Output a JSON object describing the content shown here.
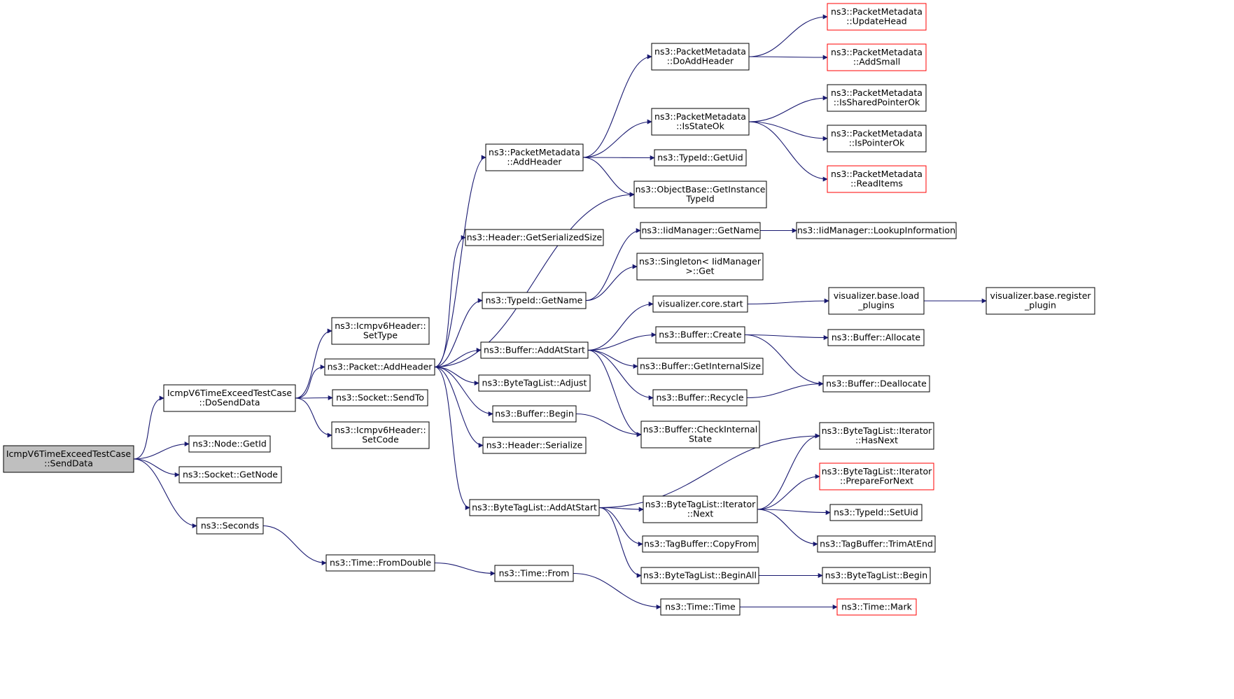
{
  "colors": {
    "edge": "#191970",
    "border_normal": "#000000",
    "border_truncated": "#ff0000",
    "fill_root": "#bfbfbf",
    "fill_normal": "#ffffff"
  },
  "nodes": [
    {
      "id": "n_senddata",
      "lines": [
        "IcmpV6TimeExceedTestCase",
        "::SendData"
      ],
      "style": "root"
    },
    {
      "id": "n_dosenddata",
      "lines": [
        "IcmpV6TimeExceedTestCase",
        "::DoSendData"
      ],
      "style": "normal"
    },
    {
      "id": "n_nodegetid",
      "lines": [
        "ns3::Node::GetId"
      ],
      "style": "normal"
    },
    {
      "id": "n_socketgetnode",
      "lines": [
        "ns3::Socket::GetNode"
      ],
      "style": "normal"
    },
    {
      "id": "n_seconds",
      "lines": [
        "ns3::Seconds"
      ],
      "style": "normal"
    },
    {
      "id": "n_settype",
      "lines": [
        "ns3::Icmpv6Header::",
        "SetType"
      ],
      "style": "normal"
    },
    {
      "id": "n_packetaddheader",
      "lines": [
        "ns3::Packet::AddHeader"
      ],
      "style": "normal"
    },
    {
      "id": "n_sendto",
      "lines": [
        "ns3::Socket::SendTo"
      ],
      "style": "normal"
    },
    {
      "id": "n_setcode",
      "lines": [
        "ns3::Icmpv6Header::",
        "SetCode"
      ],
      "style": "normal"
    },
    {
      "id": "n_fromdouble",
      "lines": [
        "ns3::Time::FromDouble"
      ],
      "style": "normal"
    },
    {
      "id": "n_timefrom",
      "lines": [
        "ns3::Time::From"
      ],
      "style": "normal"
    },
    {
      "id": "n_timetime",
      "lines": [
        "ns3::Time::Time"
      ],
      "style": "normal"
    },
    {
      "id": "n_timemark",
      "lines": [
        "ns3::Time::Mark"
      ],
      "style": "truncated"
    },
    {
      "id": "n_pmaddheader",
      "lines": [
        "ns3::PacketMetadata",
        "::AddHeader"
      ],
      "style": "normal"
    },
    {
      "id": "n_getserializedsize",
      "lines": [
        "ns3::Header::GetSerializedSize"
      ],
      "style": "normal"
    },
    {
      "id": "n_typeidgetname",
      "lines": [
        "ns3::TypeId::GetName"
      ],
      "style": "normal"
    },
    {
      "id": "n_bufferaddatstart",
      "lines": [
        "ns3::Buffer::AddAtStart"
      ],
      "style": "normal"
    },
    {
      "id": "n_btladjust",
      "lines": [
        "ns3::ByteTagList::Adjust"
      ],
      "style": "normal"
    },
    {
      "id": "n_bufferbegin",
      "lines": [
        "ns3::Buffer::Begin"
      ],
      "style": "normal"
    },
    {
      "id": "n_headerserialize",
      "lines": [
        "ns3::Header::Serialize"
      ],
      "style": "normal"
    },
    {
      "id": "n_btladdatstart",
      "lines": [
        "ns3::ByteTagList::AddAtStart"
      ],
      "style": "normal"
    },
    {
      "id": "n_pmdoaddheader",
      "lines": [
        "ns3::PacketMetadata",
        "::DoAddHeader"
      ],
      "style": "normal"
    },
    {
      "id": "n_pmisstateok",
      "lines": [
        "ns3::PacketMetadata",
        "::IsStateOk"
      ],
      "style": "normal"
    },
    {
      "id": "n_typeidgetuid",
      "lines": [
        "ns3::TypeId::GetUid"
      ],
      "style": "normal"
    },
    {
      "id": "n_getinstancetypeid",
      "lines": [
        "ns3::ObjectBase::GetInstance",
        "TypeId"
      ],
      "style": "normal"
    },
    {
      "id": "n_iidgetname",
      "lines": [
        "ns3::IidManager::GetName"
      ],
      "style": "normal"
    },
    {
      "id": "n_singletonget",
      "lines": [
        "ns3::Singleton< IidManager",
        " >::Get"
      ],
      "style": "normal"
    },
    {
      "id": "n_vizcorestart",
      "lines": [
        "visualizer.core.start"
      ],
      "style": "normal"
    },
    {
      "id": "n_buffercreate",
      "lines": [
        "ns3::Buffer::Create"
      ],
      "style": "normal"
    },
    {
      "id": "n_buffergetinternalsize",
      "lines": [
        "ns3::Buffer::GetInternalSize"
      ],
      "style": "normal"
    },
    {
      "id": "n_bufferrecycle",
      "lines": [
        "ns3::Buffer::Recycle"
      ],
      "style": "normal"
    },
    {
      "id": "n_buffercheckinternal",
      "lines": [
        "ns3::Buffer::CheckInternal",
        "State"
      ],
      "style": "normal"
    },
    {
      "id": "n_btliteratornext",
      "lines": [
        "ns3::ByteTagList::Iterator",
        "::Next"
      ],
      "style": "normal"
    },
    {
      "id": "n_tagbuffercopyfrom",
      "lines": [
        "ns3::TagBuffer::CopyFrom"
      ],
      "style": "normal"
    },
    {
      "id": "n_btlbeginall",
      "lines": [
        "ns3::ByteTagList::BeginAll"
      ],
      "style": "normal"
    },
    {
      "id": "n_pmupdatehead",
      "lines": [
        "ns3::PacketMetadata",
        "::UpdateHead"
      ],
      "style": "truncated"
    },
    {
      "id": "n_pmaddsmall",
      "lines": [
        "ns3::PacketMetadata",
        "::AddSmall"
      ],
      "style": "truncated"
    },
    {
      "id": "n_pmissharedpointerok",
      "lines": [
        "ns3::PacketMetadata",
        "::IsSharedPointerOk"
      ],
      "style": "normal"
    },
    {
      "id": "n_pmispointerok",
      "lines": [
        "ns3::PacketMetadata",
        "::IsPointerOk"
      ],
      "style": "normal"
    },
    {
      "id": "n_pmreaditems",
      "lines": [
        "ns3::PacketMetadata",
        "::ReadItems"
      ],
      "style": "truncated"
    },
    {
      "id": "n_iidlookup",
      "lines": [
        "ns3::IidManager::LookupInformation"
      ],
      "style": "normal"
    },
    {
      "id": "n_vizloadplugins",
      "lines": [
        "visualizer.base.load",
        "_plugins"
      ],
      "style": "normal"
    },
    {
      "id": "n_vizregisterplugin",
      "lines": [
        "visualizer.base.register",
        "_plugin"
      ],
      "style": "normal"
    },
    {
      "id": "n_bufferallocate",
      "lines": [
        "ns3::Buffer::Allocate"
      ],
      "style": "normal"
    },
    {
      "id": "n_bufferdeallocate",
      "lines": [
        "ns3::Buffer::Deallocate"
      ],
      "style": "normal"
    },
    {
      "id": "n_btliteratorhasnext",
      "lines": [
        "ns3::ByteTagList::Iterator",
        "::HasNext"
      ],
      "style": "normal"
    },
    {
      "id": "n_btliteratorprepare",
      "lines": [
        "ns3::ByteTagList::Iterator",
        "::PrepareForNext"
      ],
      "style": "truncated"
    },
    {
      "id": "n_typeidsetuid",
      "lines": [
        "ns3::TypeId::SetUid"
      ],
      "style": "normal"
    },
    {
      "id": "n_tagbuffertrimatend",
      "lines": [
        "ns3::TagBuffer::TrimAtEnd"
      ],
      "style": "normal"
    },
    {
      "id": "n_btlbegin",
      "lines": [
        "ns3::ByteTagList::Begin"
      ],
      "style": "normal"
    }
  ],
  "edges": [
    [
      "n_senddata",
      "n_dosenddata"
    ],
    [
      "n_senddata",
      "n_nodegetid"
    ],
    [
      "n_senddata",
      "n_socketgetnode"
    ],
    [
      "n_senddata",
      "n_seconds"
    ],
    [
      "n_dosenddata",
      "n_settype"
    ],
    [
      "n_dosenddata",
      "n_packetaddheader"
    ],
    [
      "n_dosenddata",
      "n_sendto"
    ],
    [
      "n_dosenddata",
      "n_setcode"
    ],
    [
      "n_seconds",
      "n_fromdouble"
    ],
    [
      "n_fromdouble",
      "n_timefrom"
    ],
    [
      "n_timefrom",
      "n_timetime"
    ],
    [
      "n_timetime",
      "n_timemark"
    ],
    [
      "n_packetaddheader",
      "n_pmaddheader"
    ],
    [
      "n_packetaddheader",
      "n_getserializedsize"
    ],
    [
      "n_packetaddheader",
      "n_getinstancetypeid"
    ],
    [
      "n_packetaddheader",
      "n_typeidgetname"
    ],
    [
      "n_packetaddheader",
      "n_bufferaddatstart"
    ],
    [
      "n_packetaddheader",
      "n_btladjust"
    ],
    [
      "n_packetaddheader",
      "n_bufferbegin"
    ],
    [
      "n_packetaddheader",
      "n_headerserialize"
    ],
    [
      "n_packetaddheader",
      "n_btladdatstart"
    ],
    [
      "n_pmaddheader",
      "n_pmdoaddheader"
    ],
    [
      "n_pmaddheader",
      "n_pmisstateok"
    ],
    [
      "n_pmaddheader",
      "n_typeidgetuid"
    ],
    [
      "n_pmaddheader",
      "n_getinstancetypeid"
    ],
    [
      "n_pmdoaddheader",
      "n_pmupdatehead"
    ],
    [
      "n_pmdoaddheader",
      "n_pmaddsmall"
    ],
    [
      "n_pmisstateok",
      "n_pmissharedpointerok"
    ],
    [
      "n_pmisstateok",
      "n_pmispointerok"
    ],
    [
      "n_pmisstateok",
      "n_pmreaditems"
    ],
    [
      "n_typeidgetname",
      "n_iidgetname"
    ],
    [
      "n_typeidgetname",
      "n_singletonget"
    ],
    [
      "n_iidgetname",
      "n_iidlookup"
    ],
    [
      "n_bufferaddatstart",
      "n_vizcorestart"
    ],
    [
      "n_bufferaddatstart",
      "n_buffercreate"
    ],
    [
      "n_bufferaddatstart",
      "n_buffergetinternalsize"
    ],
    [
      "n_bufferaddatstart",
      "n_bufferrecycle"
    ],
    [
      "n_bufferaddatstart",
      "n_buffercheckinternal"
    ],
    [
      "n_vizcorestart",
      "n_vizloadplugins"
    ],
    [
      "n_vizloadplugins",
      "n_vizregisterplugin"
    ],
    [
      "n_buffercreate",
      "n_bufferallocate"
    ],
    [
      "n_buffercreate",
      "n_bufferdeallocate"
    ],
    [
      "n_bufferrecycle",
      "n_bufferdeallocate"
    ],
    [
      "n_bufferbegin",
      "n_buffercheckinternal"
    ],
    [
      "n_btladdatstart",
      "n_btliteratorhasnext"
    ],
    [
      "n_btladdatstart",
      "n_btliteratornext"
    ],
    [
      "n_btladdatstart",
      "n_tagbuffercopyfrom"
    ],
    [
      "n_btladdatstart",
      "n_btlbeginall"
    ],
    [
      "n_btliteratornext",
      "n_btliteratorhasnext"
    ],
    [
      "n_btliteratornext",
      "n_btliteratorprepare"
    ],
    [
      "n_btliteratornext",
      "n_typeidsetuid"
    ],
    [
      "n_btliteratornext",
      "n_tagbuffertrimatend"
    ],
    [
      "n_btlbeginall",
      "n_btlbegin"
    ]
  ]
}
